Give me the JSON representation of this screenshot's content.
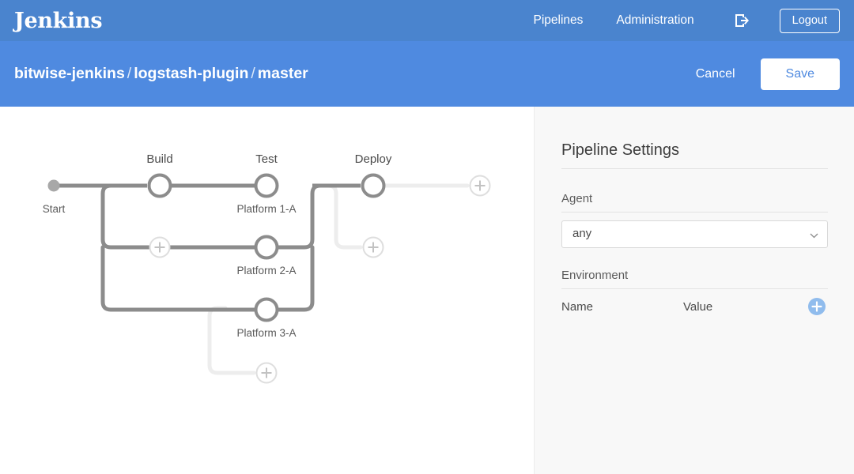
{
  "topbar": {
    "brand": "Jenkins",
    "links": [
      {
        "label": "Pipelines",
        "name": "nav-pipelines"
      },
      {
        "label": "Administration",
        "name": "nav-administration"
      }
    ],
    "signout_icon": "signout-icon",
    "logout_label": "Logout",
    "background": "#4a84ce"
  },
  "breadcrumb": {
    "org": "bitwise-jenkins",
    "sep1": "/",
    "repo": "logstash-plugin",
    "sep2": "/",
    "branch": "master",
    "cancel_label": "Cancel",
    "save_label": "Save",
    "background": "#4f8ae0",
    "save_text_color": "#4f8ae0"
  },
  "pipeline": {
    "start_label": "Start",
    "stages": [
      {
        "name": "build",
        "label": "Build"
      },
      {
        "name": "test",
        "label": "Test"
      },
      {
        "name": "deploy",
        "label": "Deploy"
      }
    ],
    "parallel_branches": [
      {
        "label": "Platform 1-A"
      },
      {
        "label": "Platform 2-A"
      },
      {
        "label": "Platform 3-A"
      }
    ],
    "add_buttons": [
      {
        "name": "add-parallel-build",
        "glyph": "+"
      },
      {
        "name": "add-parallel-test",
        "glyph": "+"
      },
      {
        "name": "add-parallel-deploy",
        "glyph": "+"
      },
      {
        "name": "add-stage-end",
        "glyph": "+"
      }
    ],
    "line_color": "#8c8c8c",
    "ghost_line_color": "#ededed",
    "node_fill": "#ffffff",
    "start_dot_color": "#a8a8a8"
  },
  "settings": {
    "title": "Pipeline Settings",
    "agent": {
      "label": "Agent",
      "value": "any",
      "chevron_icon": "chevron-down-icon"
    },
    "environment": {
      "label": "Environment",
      "name_header": "Name",
      "value_header": "Value",
      "add_icon": "plus-circle-icon",
      "add_color": "#90bced"
    },
    "panel_background": "#f8f8f8"
  }
}
